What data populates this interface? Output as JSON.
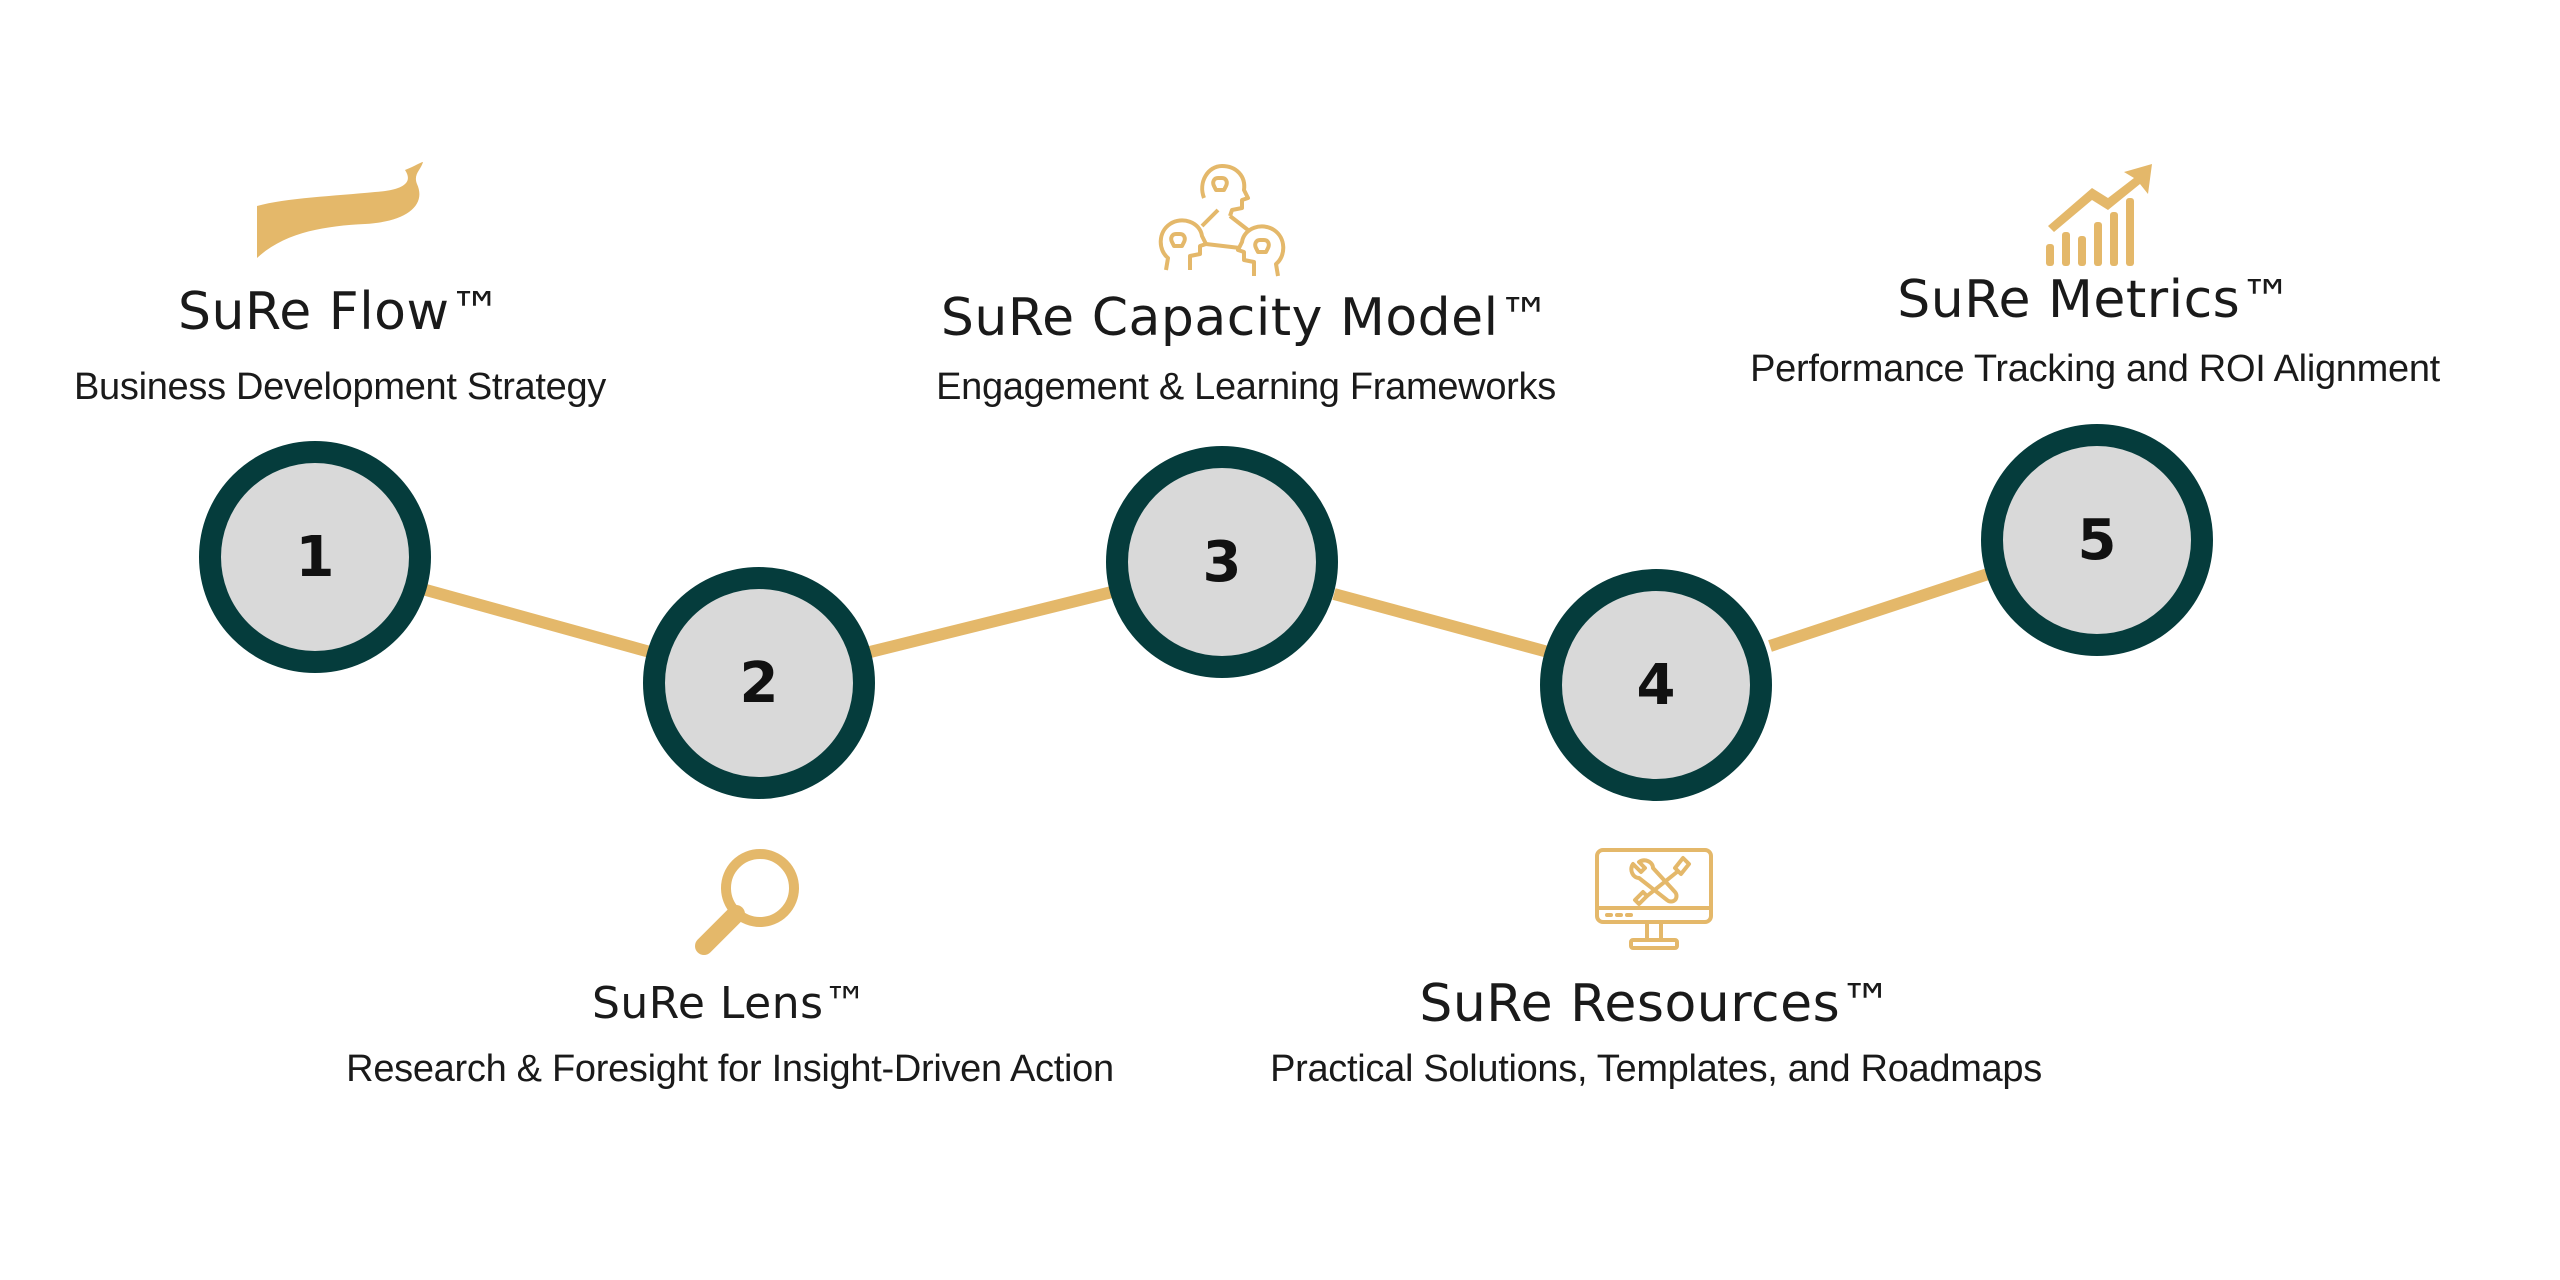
{
  "accent_color": "#e4b86a",
  "ring_color": "#053c3c",
  "circle_fill": "#d9d9d9",
  "steps": [
    {
      "number": "1",
      "title": "SuRe Flow™",
      "subtitle": "Business Development Strategy",
      "icon": "ribbon-flow-icon"
    },
    {
      "number": "2",
      "title": "SuRe Lens™",
      "subtitle": "Research & Foresight for Insight-Driven Action",
      "icon": "magnifier-icon"
    },
    {
      "number": "3",
      "title": "SuRe Capacity Model™",
      "subtitle": "Engagement & Learning Frameworks",
      "icon": "idea-heads-network-icon"
    },
    {
      "number": "4",
      "title": "SuRe Resources™",
      "subtitle": "Practical Solutions, Templates, and Roadmaps",
      "icon": "monitor-tools-icon"
    },
    {
      "number": "5",
      "title": "SuRe Metrics™",
      "subtitle": "Performance Tracking and ROI Alignment",
      "icon": "growth-chart-icon"
    }
  ]
}
